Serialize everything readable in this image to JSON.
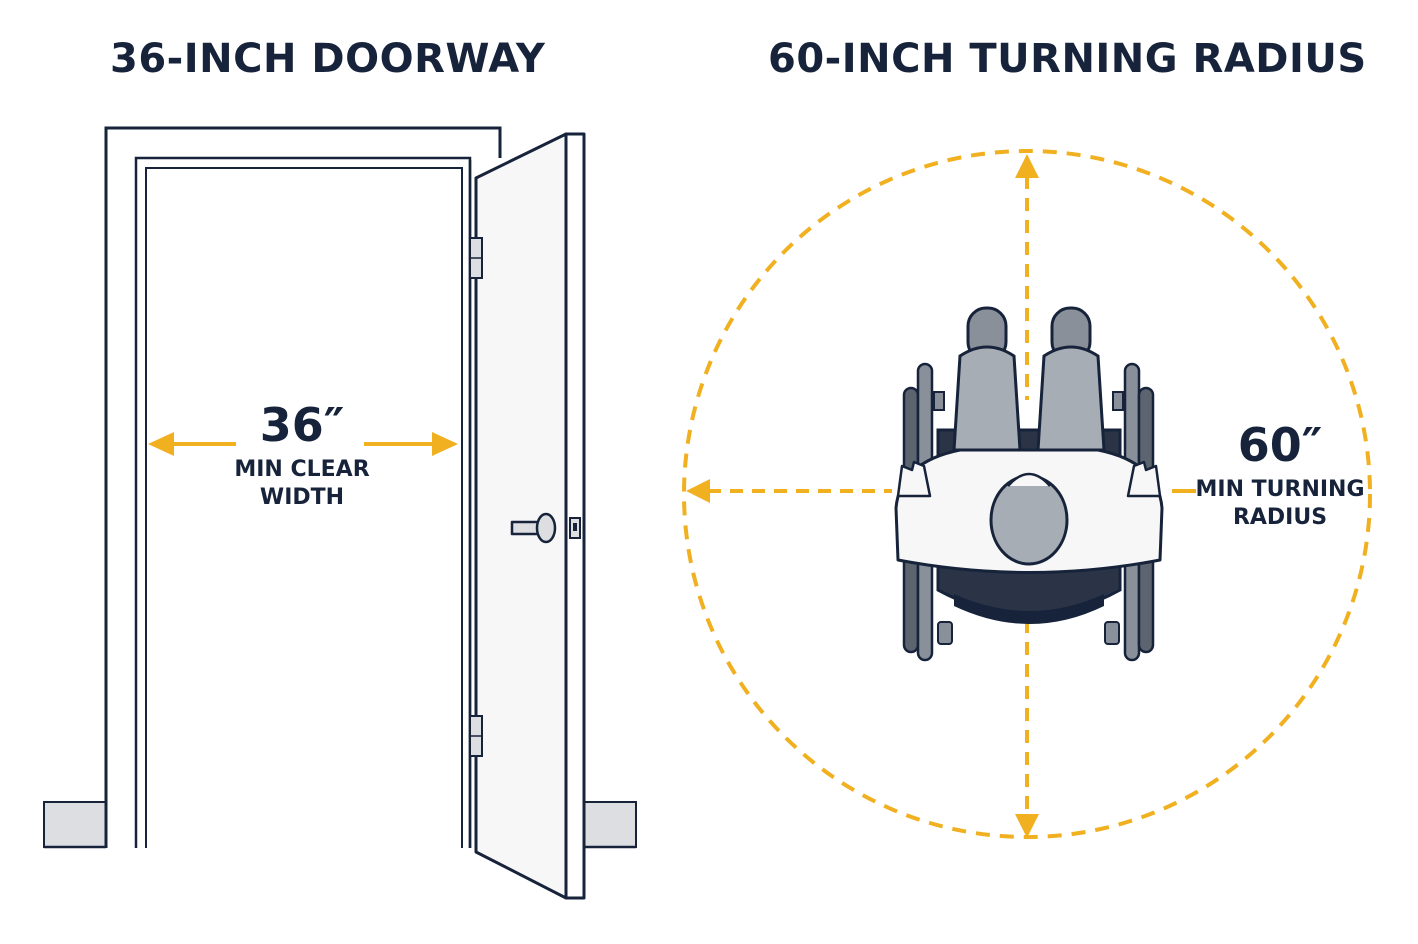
{
  "doorway": {
    "title": "36-INCH DOORWAY",
    "value": "36″",
    "caption_line1": "MIN CLEAR",
    "caption_line2": "WIDTH"
  },
  "turning": {
    "title": "60-INCH TURNING RADIUS",
    "value": "60″",
    "caption_line1": "MIN TURNING",
    "caption_line2": "RADIUS"
  },
  "colors": {
    "ink": "#16233a",
    "accent": "#f0b020",
    "wall": "#dcdee2",
    "door": "#f7f7f7"
  }
}
